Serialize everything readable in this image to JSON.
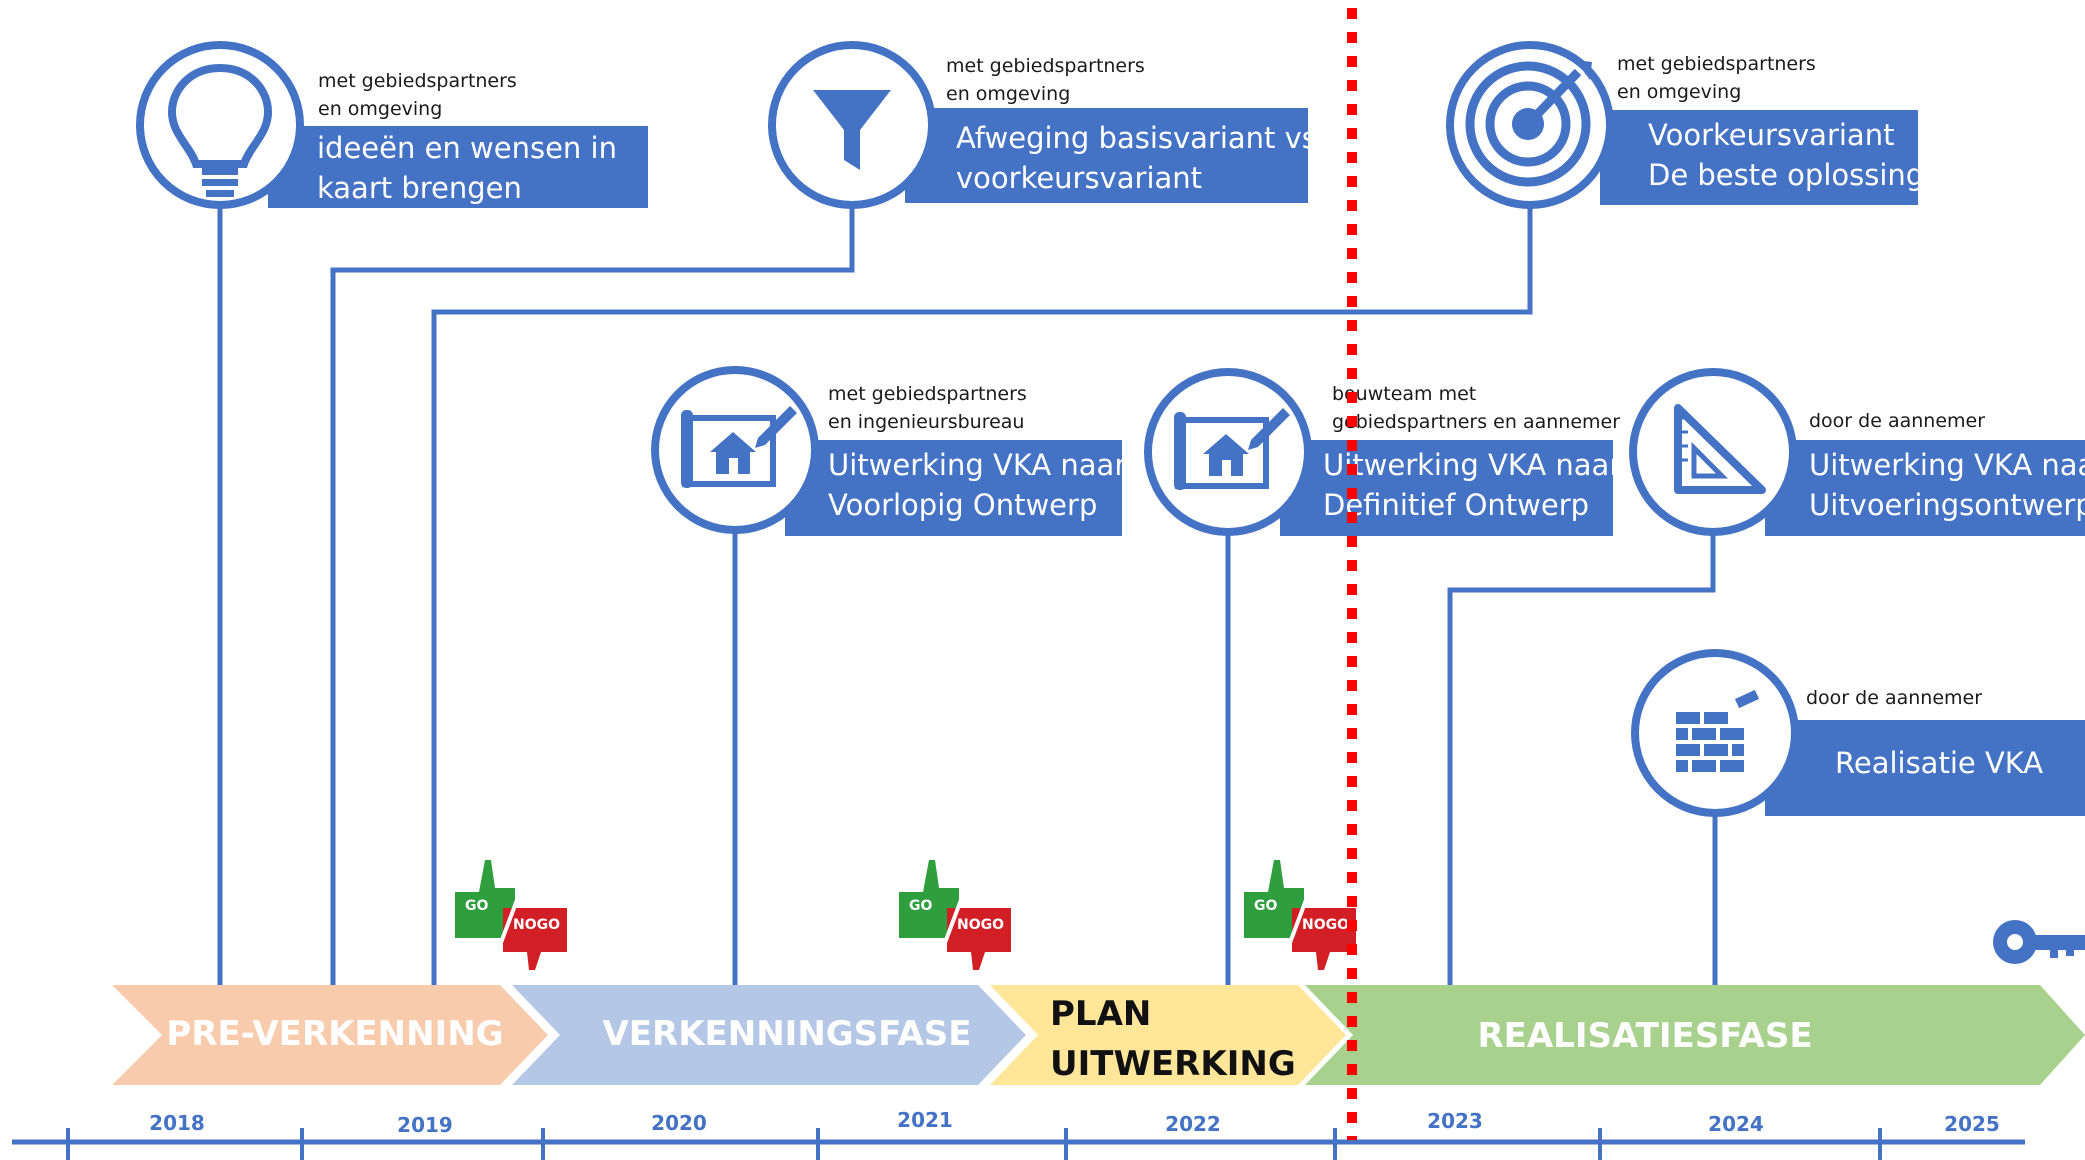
{
  "steps": [
    {
      "note": [
        "met gebiedspartners",
        "en omgeving"
      ],
      "title": [
        "ideeën en wensen in",
        "kaart brengen"
      ],
      "icon": "lightbulb-icon"
    },
    {
      "note": [
        "met gebiedspartners",
        "en omgeving"
      ],
      "title": [
        "Afweging basisvariant vs",
        "voorkeursvariant"
      ],
      "icon": "filter-icon"
    },
    {
      "note": [
        "met gebiedspartners",
        "en omgeving"
      ],
      "title": [
        "Voorkeursvariant",
        "De beste oplossing"
      ],
      "icon": "target-icon"
    },
    {
      "note": [
        "met gebiedspartners",
        "en ingenieursbureau"
      ],
      "title": [
        "Uitwerking VKA naar",
        "Voorlopig Ontwerp"
      ],
      "icon": "blueprint-house-icon"
    },
    {
      "note": [
        "bouwteam met",
        "gebiedspartners en aannemer"
      ],
      "title": [
        "Uitwerking VKA naar",
        "Definitief Ontwerp"
      ],
      "icon": "blueprint-house-icon"
    },
    {
      "note": [
        "door de  aannemer"
      ],
      "title": [
        "Uitwerking VKA naar",
        "Uitvoeringsontwerp"
      ],
      "icon": "set-square-icon"
    },
    {
      "note": [
        "door de  aannemer"
      ],
      "title": [
        "Realisatie VKA"
      ],
      "icon": "brick-wall-icon"
    }
  ],
  "phases": [
    {
      "lines": [
        "PRE-VERKENNING"
      ],
      "color": "#f8cbad",
      "text_color": "#ffffff"
    },
    {
      "lines": [
        "VERKENNINGSFASE"
      ],
      "color": "#b4c7e7",
      "text_color": "#ffffff"
    },
    {
      "lines": [
        "PLAN",
        "UITWERKING"
      ],
      "color": "#ffe699",
      "text_color": "#111111"
    },
    {
      "lines": [
        "REALISATIESFASE"
      ],
      "color": "#a9d18e",
      "text_color": "#ffffff"
    }
  ],
  "years": [
    "2018",
    "2019",
    "2020",
    "2021",
    "2022",
    "2023",
    "2024",
    "2025"
  ],
  "go_nogo": {
    "go": "GO",
    "nogo": "NOGO"
  },
  "colors": {
    "accent": "#4472c4",
    "today_marker": "#ff0000",
    "go": "#2e9e3e",
    "nogo": "#d21f26"
  }
}
